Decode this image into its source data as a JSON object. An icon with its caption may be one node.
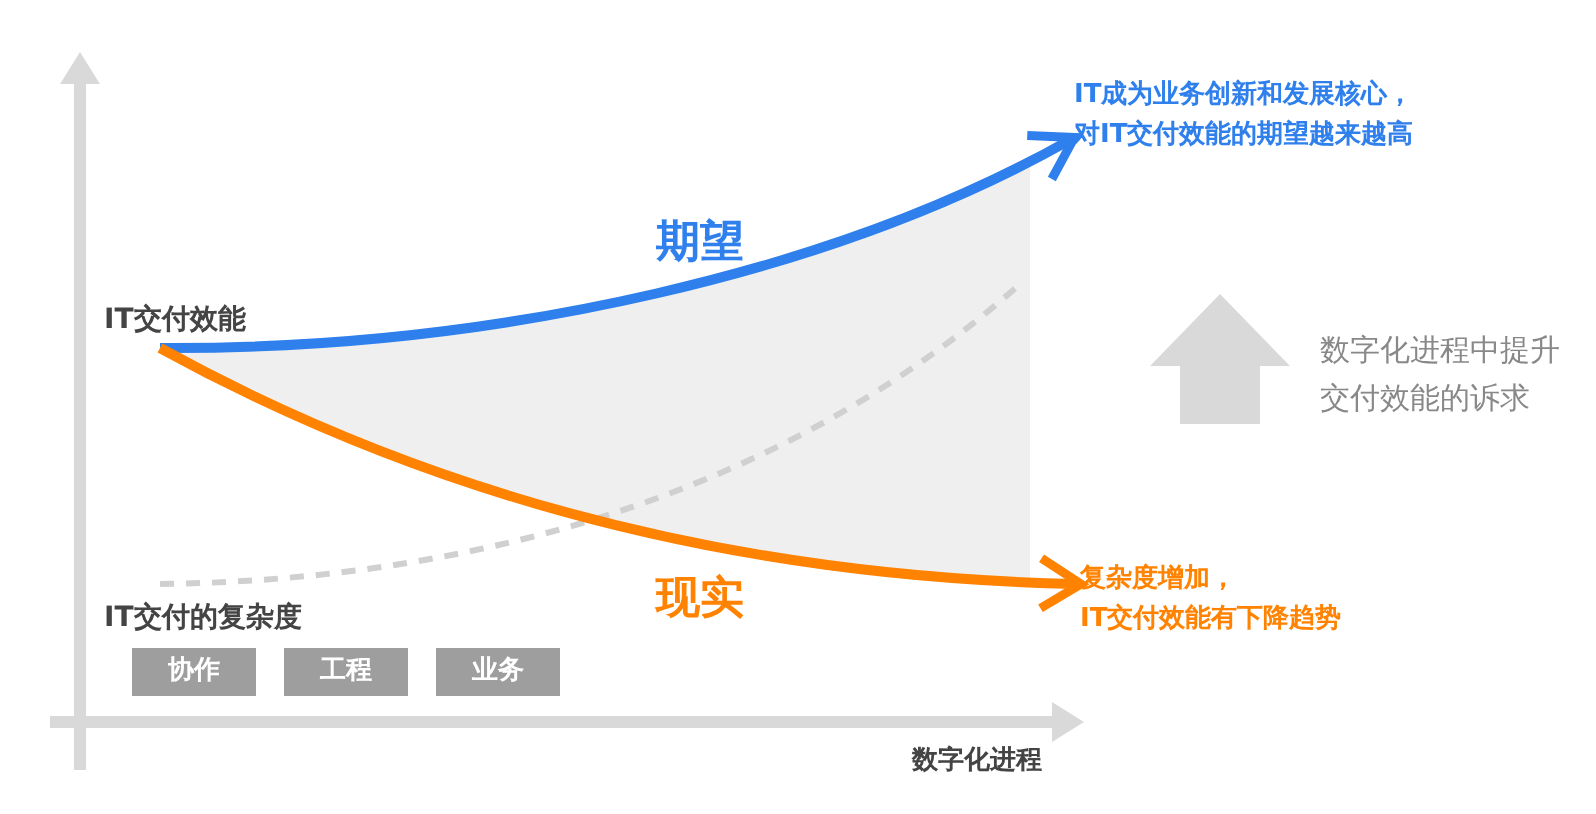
{
  "diagram": {
    "nodes": [
      {
        "text": [
          "IT交付效能"
        ]
      },
      {
        "text": [
          "IT成为业务创新和发展核心，对IT交付效能的期望越来越高"
        ]
      },
      {
        "text": [
          "复杂度增加，IT交付效能有下降趋势"
        ]
      },
      {
        "text": [
          "协作"
        ]
      },
      {
        "text": [
          "工程"
        ]
      },
      {
        "text": [
          "业务"
        ]
      }
    ],
    "edges": [
      {
        "from": 0,
        "to": 1,
        "arrow": "to",
        "label": "期望",
        "color": "#2f80ed"
      },
      {
        "from": 0,
        "to": 2,
        "arrow": "to",
        "label": "现实",
        "color": "#ff8200"
      }
    ],
    "labels": [
      "数字化进程中提升交付效能的诉求",
      "IT交付的复杂度",
      "数字化进程"
    ]
  }
}
